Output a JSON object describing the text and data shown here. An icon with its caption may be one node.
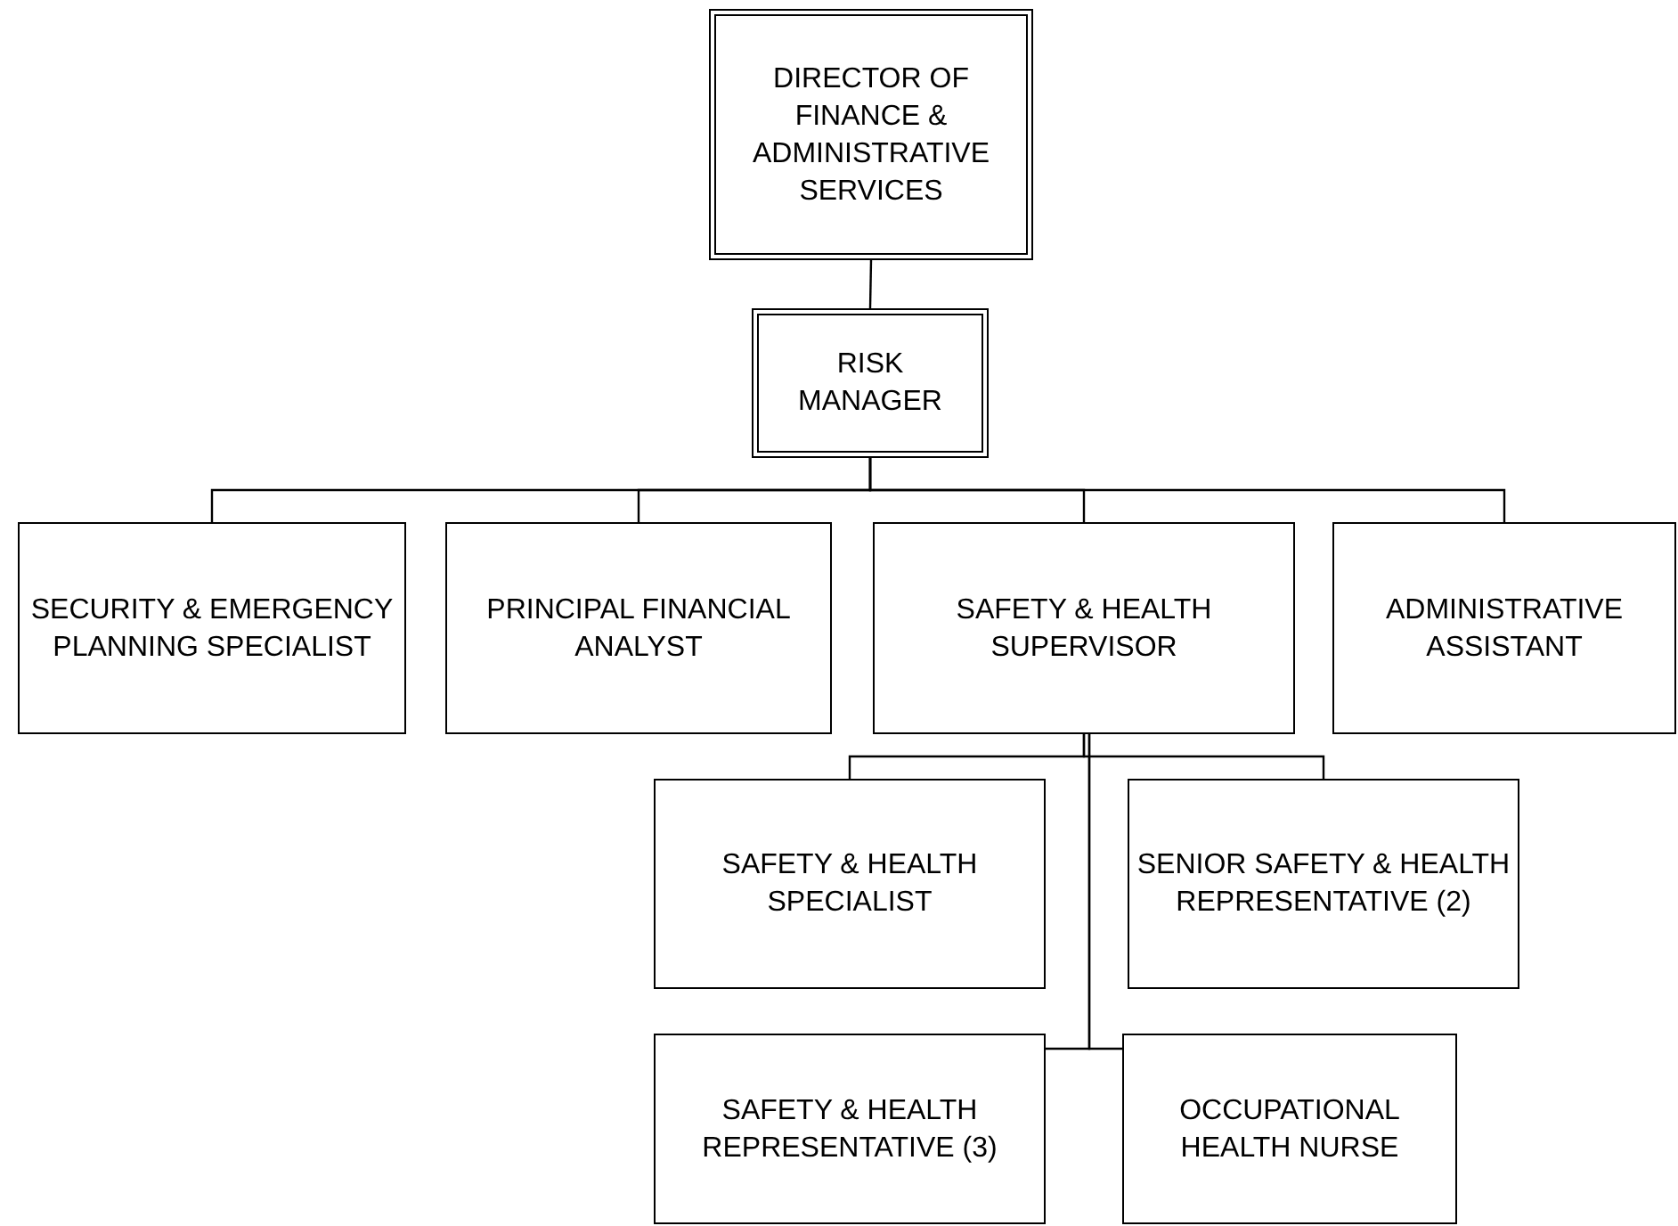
{
  "diagram": {
    "nodes": [
      {
        "text": [
          "DIRECTOR OF FINANCE & ADMINISTRATIVE SERVICES"
        ]
      },
      {
        "text": [
          "RISK MANAGER"
        ]
      },
      {
        "text": [
          "SECURITY & EMERGENCY PLANNING SPECIALIST"
        ]
      },
      {
        "text": [
          "PRINCIPAL FINANCIAL ANALYST"
        ]
      },
      {
        "text": [
          "SAFETY & HEALTH SUPERVISOR"
        ]
      },
      {
        "text": [
          "ADMINISTRATIVE ASSISTANT"
        ]
      },
      {
        "text": [
          "SAFETY & HEALTH SPECIALIST"
        ]
      },
      {
        "text": [
          "SENIOR SAFETY & HEALTH REPRESENTATIVE (2)"
        ]
      },
      {
        "text": [
          "SAFETY & HEALTH REPRESENTATIVE (3)"
        ]
      },
      {
        "text": [
          "OCCUPATIONAL HEALTH NURSE"
        ]
      }
    ],
    "edges": [
      {
        "from": 0,
        "to": 1,
        "arrow": "none"
      },
      {
        "from": 1,
        "to": 2,
        "arrow": "none"
      },
      {
        "from": 1,
        "to": 3,
        "arrow": "none"
      },
      {
        "from": 1,
        "to": 4,
        "arrow": "none"
      },
      {
        "from": 1,
        "to": 5,
        "arrow": "none"
      },
      {
        "from": 4,
        "to": 6,
        "arrow": "none"
      },
      {
        "from": 4,
        "to": 7,
        "arrow": "none"
      },
      {
        "from": 4,
        "to": 8,
        "arrow": "none"
      },
      {
        "from": 4,
        "to": 9,
        "arrow": "none"
      }
    ]
  }
}
